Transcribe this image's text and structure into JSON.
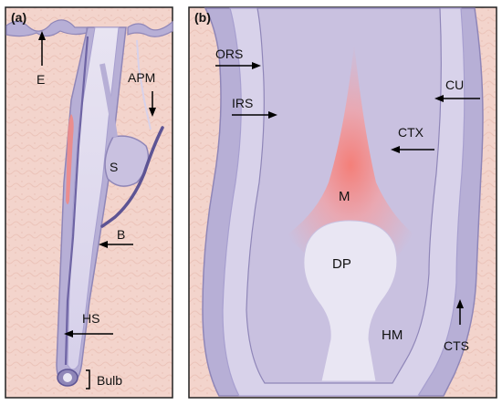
{
  "panel_a": {
    "label": "(a)",
    "labels": {
      "E": "E",
      "APM": "APM",
      "S": "S",
      "B": "B",
      "HS": "HS",
      "Bulb": "Bulb"
    }
  },
  "panel_b": {
    "label": "(b)",
    "labels": {
      "ORS": "ORS",
      "IRS": "IRS",
      "CU": "CU",
      "CTX": "CTX",
      "M": "M",
      "DP": "DP",
      "HM": "HM",
      "CTS": "CTS"
    }
  },
  "colors": {
    "skin_bg": "#f3d4cc",
    "sheath_dark": "#8f86b8",
    "sheath_mid": "#b7afd6",
    "sheath_light": "#d8d2ea",
    "cortex": "#c9c1e0",
    "medulla": "#f08a86",
    "papilla": "#e9e6f3"
  }
}
